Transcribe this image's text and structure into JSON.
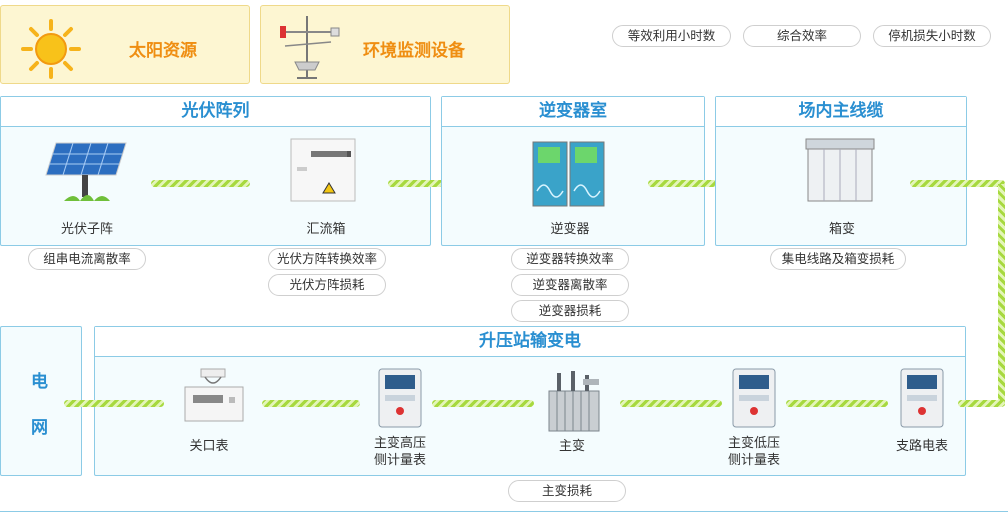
{
  "top": {
    "solar_label": "太阳资源",
    "env_label": "环境监测设备",
    "metrics": [
      "等效利用小时数",
      "综合效率",
      "停机损失小时数"
    ]
  },
  "panels": {
    "pv": {
      "title": "光伏阵列",
      "items": [
        "光伏子阵",
        "汇流箱"
      ]
    },
    "inv": {
      "title": "逆变器室",
      "items": [
        "逆变器"
      ]
    },
    "cable": {
      "title": "场内主线缆",
      "items": [
        "箱变"
      ]
    },
    "station": {
      "title": "升压站输变电",
      "items": [
        "关口表",
        "主变高压\n侧计量表",
        "主变",
        "主变低压\n侧计量表",
        "支路电表"
      ]
    },
    "grid": {
      "title_top": "电",
      "title_bottom": "网"
    }
  },
  "losses": {
    "pv_scatter": "组串电流离散率",
    "pv_conv": "光伏方阵转换效率",
    "pv_loss": "光伏方阵损耗",
    "inv_conv": "逆变器转换效率",
    "inv_scatter": "逆变器离散率",
    "inv_loss": "逆变器损耗",
    "cable_loss": "集电线路及箱变损耗",
    "main_loss": "主变损耗"
  },
  "colors": {
    "accent_blue": "#2a8fd1",
    "accent_orange": "#ef8e12",
    "connector_green": "#a7d93f"
  }
}
